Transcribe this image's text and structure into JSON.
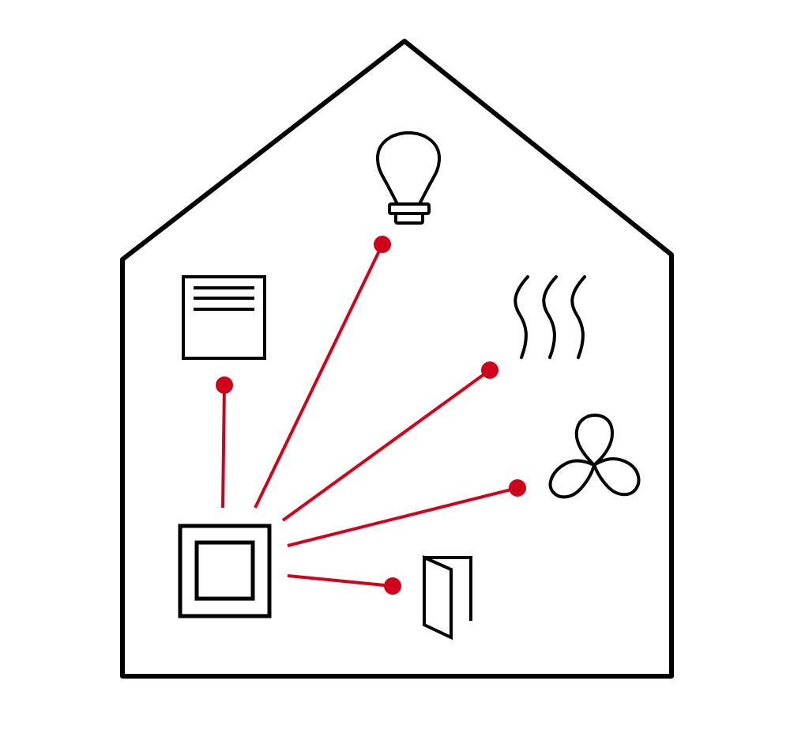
{
  "colors": {
    "background": "#ffffff",
    "outline": "#000000",
    "connection": "#d0021b"
  },
  "diagram": {
    "hub": {
      "icon": "wall-switch-icon"
    },
    "devices": [
      {
        "id": "display",
        "icon": "display-panel-icon"
      },
      {
        "id": "light",
        "icon": "light-bulb-icon"
      },
      {
        "id": "heating",
        "icon": "heat-waves-icon"
      },
      {
        "id": "ventilation",
        "icon": "fan-icon"
      },
      {
        "id": "door",
        "icon": "door-icon"
      }
    ]
  }
}
